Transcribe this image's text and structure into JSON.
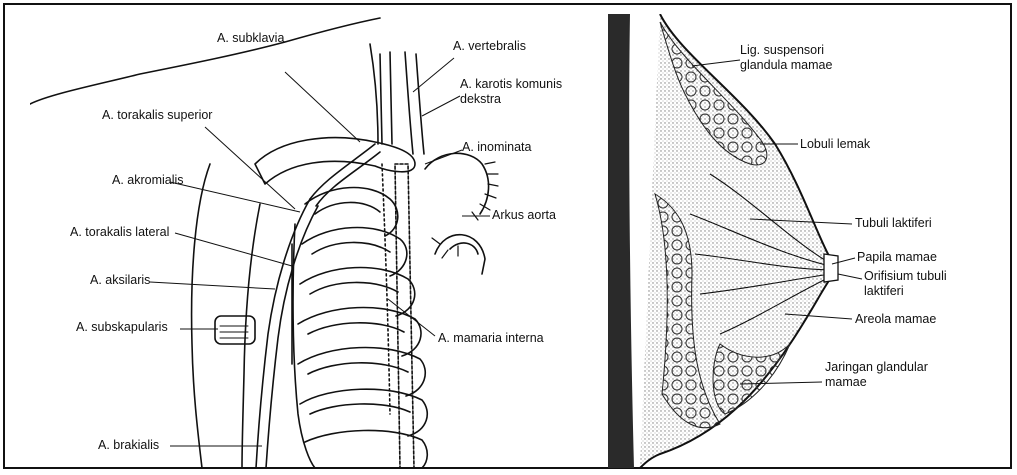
{
  "left_labels": {
    "subklavia": "A. subklavia",
    "vertebralis": "A. vertebralis",
    "karotis": "A. karotis komunis",
    "karotis2": "dekstra",
    "torakalis_superior": "A. torakalis superior",
    "inominata": "A. inominata",
    "akromialis": "A. akromialis",
    "arkus": "Arkus aorta",
    "torakalis_lateral": "A. torakalis lateral",
    "aksilaris": "A. aksilaris",
    "subskapularis": "A. subskapularis",
    "mamaria": "A. mamaria interna",
    "brakialis": "A. brakialis"
  },
  "right_labels": {
    "lig1": "Lig. suspensori",
    "lig2": "glandula mamae",
    "lobuli": "Lobuli lemak",
    "tubuli": "Tubuli laktiferi",
    "papila": "Papila mamae",
    "orifisium1": "Orifisium tubuli",
    "orifisium2": "laktiferi",
    "areola": "Areola mamae",
    "jaringan1": "Jaringan glandular",
    "jaringan2": "mamae"
  },
  "colors": {
    "ink": "#111111",
    "background": "#ffffff",
    "stipple": "#7a7a7a"
  }
}
